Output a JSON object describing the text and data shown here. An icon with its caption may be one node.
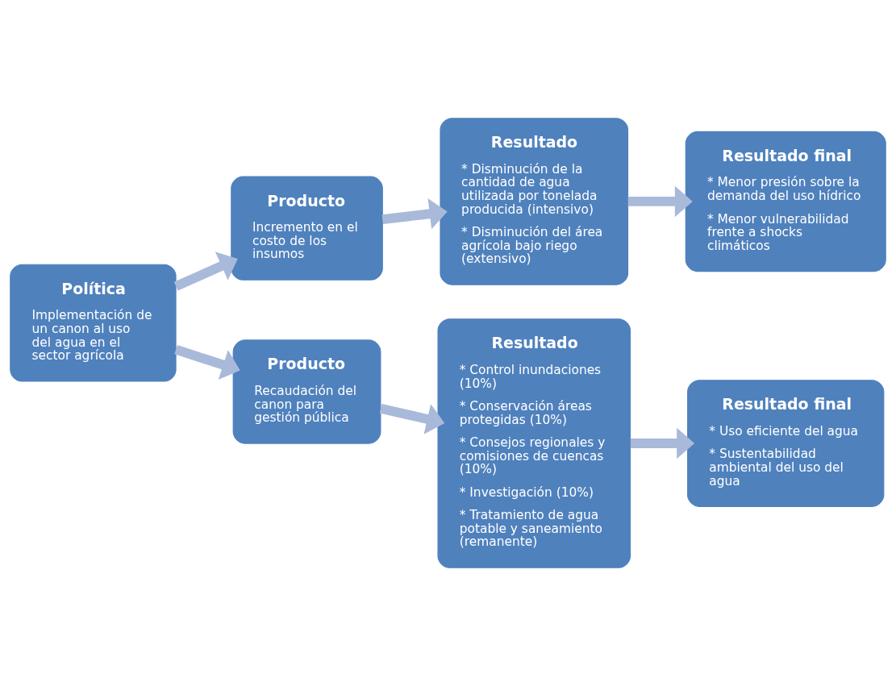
{
  "diagram": {
    "nodes": [
      {
        "text": [
          "Política",
          "Implementación de un canon al uso del agua en el sector agrícola"
        ]
      },
      {
        "text": [
          "Producto",
          "Incremento en el costo de los insumos"
        ]
      },
      {
        "text": [
          "Resultado",
          "* Disminución de la cantidad de agua utilizada por tonelada producida (intensivo)",
          "* Disminución del área agrícola bajo riego (extensivo)"
        ]
      },
      {
        "text": [
          "Resultado final",
          "* Menor presión sobre la demanda del uso hídrico",
          "* Menor vulnerabilidad frente a shocks climáticos"
        ]
      },
      {
        "text": [
          "Producto",
          "Recaudación del canon para gestión pública"
        ]
      },
      {
        "text": [
          "Resultado",
          "* Control inundaciones (10%)",
          "* Conservación áreas protegidas (10%)",
          "* Consejos regionales y comisiones de cuencas (10%)",
          "* Investigación (10%)",
          "* Tratamiento de agua potable y saneamiento (remanente)"
        ]
      },
      {
        "text": [
          "Resultado final",
          "* Uso eficiente del agua",
          "* Sustentabilidad ambiental del uso del agua"
        ]
      }
    ],
    "edges": [
      {
        "from": 0,
        "to": 1,
        "arrow": "to"
      },
      {
        "from": 0,
        "to": 4,
        "arrow": "to"
      },
      {
        "from": 1,
        "to": 2,
        "arrow": "to"
      },
      {
        "from": 2,
        "to": 3,
        "arrow": "to"
      },
      {
        "from": 4,
        "to": 5,
        "arrow": "to"
      },
      {
        "from": 5,
        "to": 6,
        "arrow": "to"
      }
    ]
  }
}
